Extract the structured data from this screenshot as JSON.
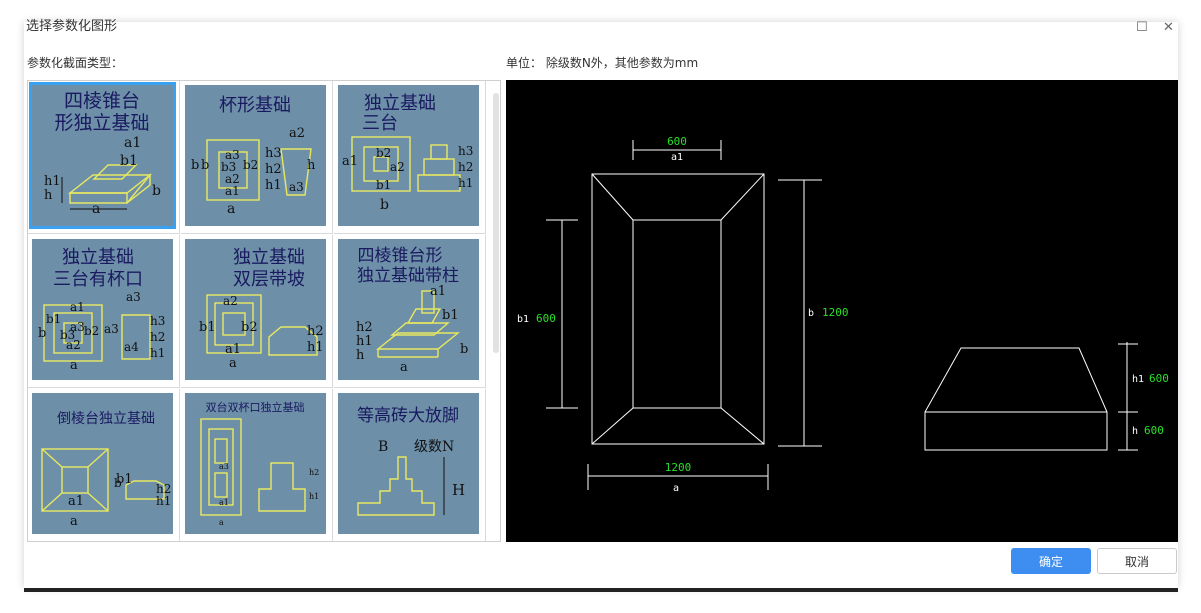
{
  "window": {
    "title": "选择参数化图形",
    "maximize_glyph": "☐",
    "close_glyph": "✕"
  },
  "left_label": "参数化截面类型：",
  "unit_label": "单位：  除级数N外，其他参数为mm",
  "thumbnails": [
    {
      "title_line1": "四棱锥台",
      "title_line2": "形独立基础",
      "labels": [
        "a1",
        "b1",
        "h1",
        "h",
        "a",
        "b"
      ]
    },
    {
      "title_line1": "杯形基础",
      "title_line2": "",
      "labels": [
        "a2",
        "b",
        "b",
        "a3",
        "b2",
        "b3",
        "h3",
        "h2",
        "h1",
        "h",
        "a2",
        "a1",
        "a3",
        "a"
      ]
    },
    {
      "title_line1": "独立基础",
      "title_line2": "三台",
      "labels": [
        "a1",
        "b2",
        "a2",
        "b1",
        "h3",
        "h2",
        "h1",
        "b"
      ]
    },
    {
      "title_line1": "独立基础",
      "title_line2": "三台有杯口",
      "labels": [
        "a1",
        "a3",
        "b1",
        "a3",
        "b2",
        "b",
        "b3",
        "a2",
        "a",
        "a3",
        "h3",
        "h2",
        "a4",
        "h1"
      ]
    },
    {
      "title_line1": "独立基础",
      "title_line2": "双层带坡",
      "labels": [
        "a2",
        "b1",
        "b2",
        "a1",
        "a",
        "h2",
        "h1"
      ]
    },
    {
      "title_line1": "四棱锥台形",
      "title_line2": "独立基础带柱",
      "labels": [
        "a1",
        "b1",
        "h2",
        "h1",
        "h",
        "b",
        "a"
      ]
    },
    {
      "title_line1": "倒棱台独立基础",
      "title_line2": "",
      "labels": [
        "b1",
        "a1",
        "a",
        "b",
        "h2",
        "h1"
      ]
    },
    {
      "title_line1": "双台双杯口独立基础",
      "title_line2": "",
      "labels": [
        "a3",
        "a1",
        "h2",
        "h1",
        "a"
      ]
    },
    {
      "title_line1": "等高砖大放脚",
      "title_line2": "",
      "labels": [
        "B",
        "级数N",
        "H"
      ]
    }
  ],
  "preview": {
    "a1": {
      "name": "a1",
      "value": "600"
    },
    "b1": {
      "name": "b1",
      "value": "600"
    },
    "b": {
      "name": "b",
      "value": "1200"
    },
    "a": {
      "name": "a",
      "value": "1200"
    },
    "h1": {
      "name": "h1",
      "value": "600"
    },
    "h": {
      "name": "h",
      "value": "600"
    }
  },
  "buttons": {
    "ok": "确定",
    "cancel": "取消"
  },
  "colors": {
    "accent": "#3d8ef0",
    "thumb_bg": "#6d8fa8",
    "cad_bg": "#000000",
    "cad_value": "#28e028",
    "selection": "#3aa0f0"
  }
}
